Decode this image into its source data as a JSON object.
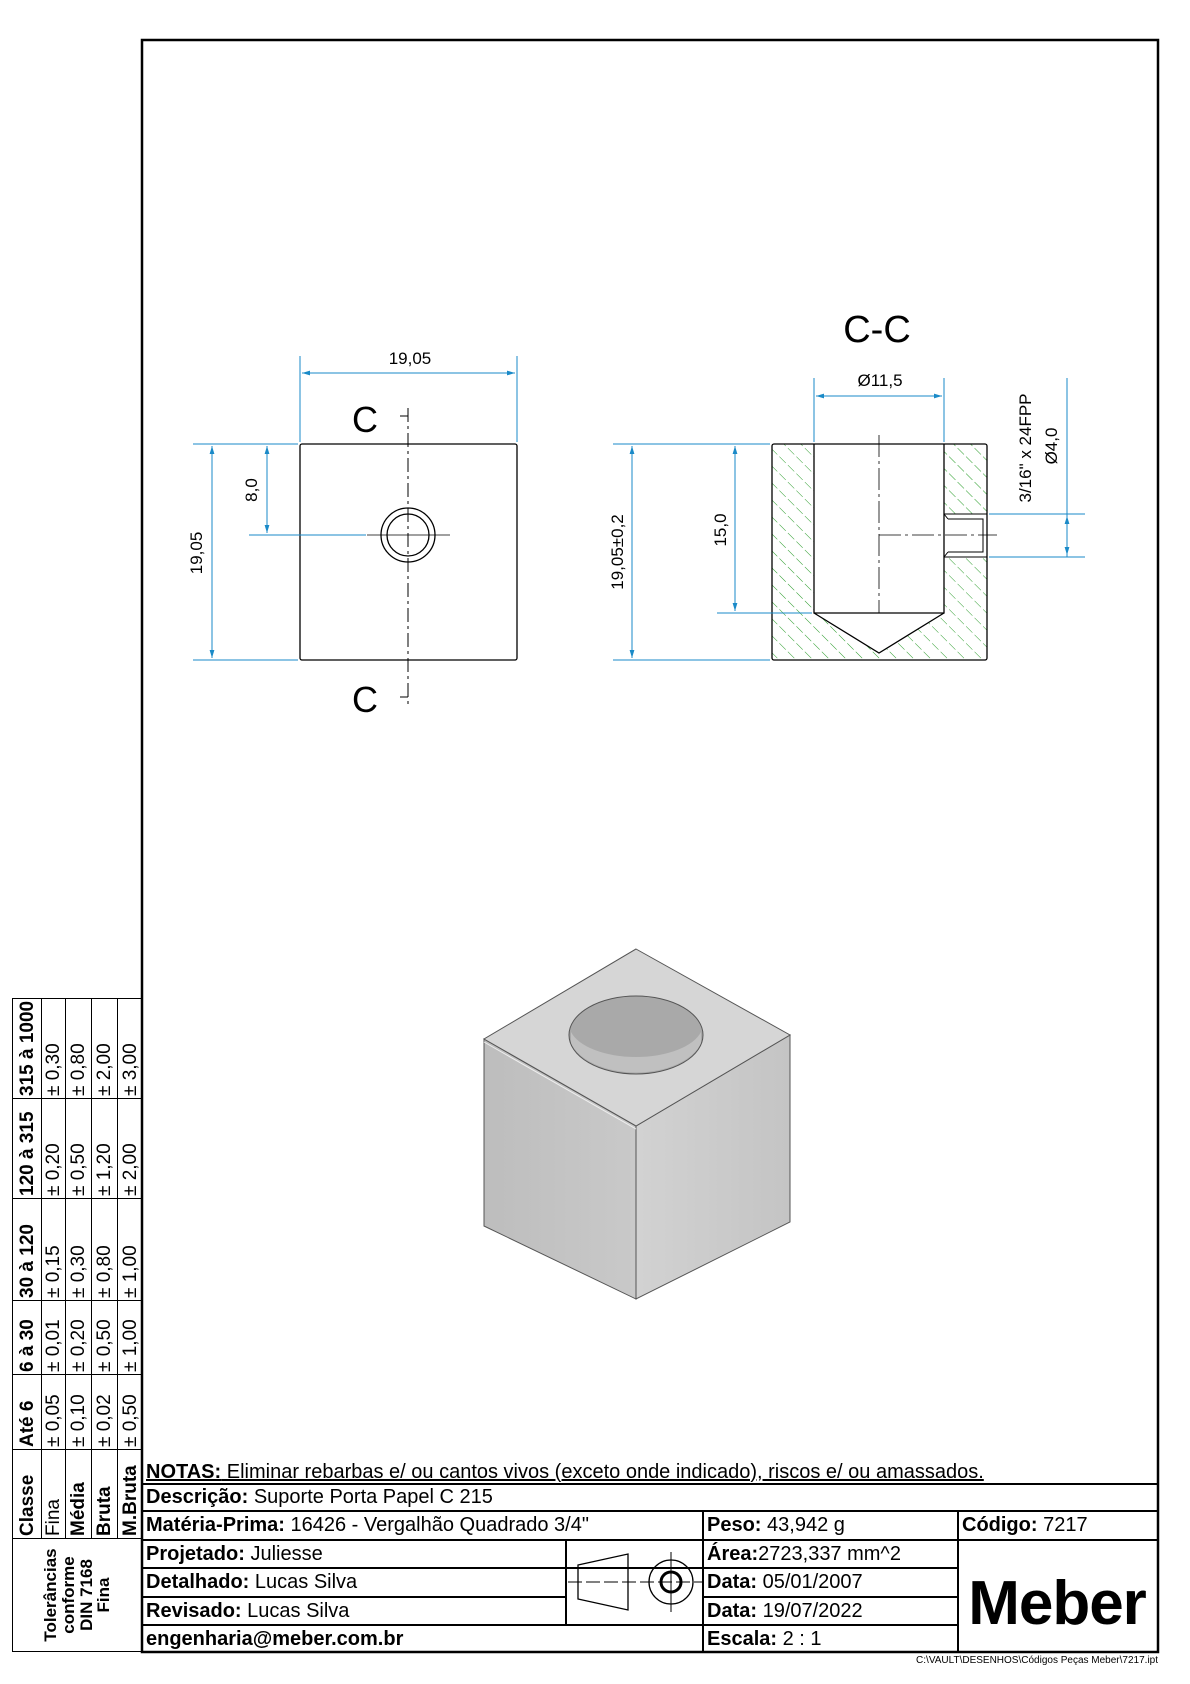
{
  "views": {
    "front": {
      "width_dim": "19,05",
      "height_dim": "19,05",
      "hole_pos_dim": "8,0",
      "section_label": "C"
    },
    "section": {
      "title": "C-C",
      "bore_dim": "Ø11,5",
      "height_dim": "19,05±0,2",
      "depth_dim": "15,0",
      "thread_dim": "3/16\" x 24FPP",
      "thread_dia_dim": "Ø4,0"
    }
  },
  "tolerances": {
    "title": "Tolerâncias conforme DIN 7168 Fina",
    "header": [
      "Classe",
      "Até 6",
      "6 à 30",
      "30 à 120",
      "120 à 315",
      "315 à 1000"
    ],
    "rows": [
      [
        "Fina",
        "± 0,05",
        "± 0,01",
        "± 0,15",
        "± 0,20",
        "± 0,30"
      ],
      [
        "Média",
        "± 0,10",
        "± 0,20",
        "± 0,30",
        "± 0,50",
        "± 0,80"
      ],
      [
        "Bruta",
        "± 0,02",
        "± 0,50",
        "± 0,80",
        "± 1,20",
        "± 2,00"
      ],
      [
        "M.Bruta",
        "± 0,50",
        "± 1,00",
        "± 1,00",
        "± 2,00",
        "± 3,00"
      ]
    ]
  },
  "title_block": {
    "notes_label": "NOTAS:",
    "notes": " Eliminar rebarbas e/ ou cantos vivos (exceto onde indicado), riscos e/ ou amassados.",
    "desc_label": "Descrição:",
    "desc": " Suporte Porta Papel C 215",
    "material_label": "Matéria-Prima:",
    "material": " 16426 - Vergalhão Quadrado 3/4\"",
    "weight_label": "Peso:",
    "weight": " 43,942 g",
    "code_label": "Código:",
    "code": " 7217",
    "designed_label": "Projetado:",
    "designed": " Juliesse",
    "detailed_label": "Detalhado:",
    "detailed": " Lucas Silva",
    "reviewed_label": "Revisado:",
    "reviewed": " Lucas Silva",
    "email": "engenharia@meber.com.br",
    "area_label": "Área:",
    "area": "2723,337 mm^2",
    "date1_label": "Data:",
    "date1": " 05/01/2007",
    "date2_label": "Data:",
    "date2": " 19/07/2022",
    "scale_label": "Escala:",
    "scale": " 2 : 1",
    "logo": "Meber"
  },
  "file_path": "C:\\VAULT\\DESENHOS\\Códigos Peças Meber\\7217.ipt",
  "colors": {
    "dimension": "#1a8ac8",
    "hatch": "#2e9e2e"
  }
}
